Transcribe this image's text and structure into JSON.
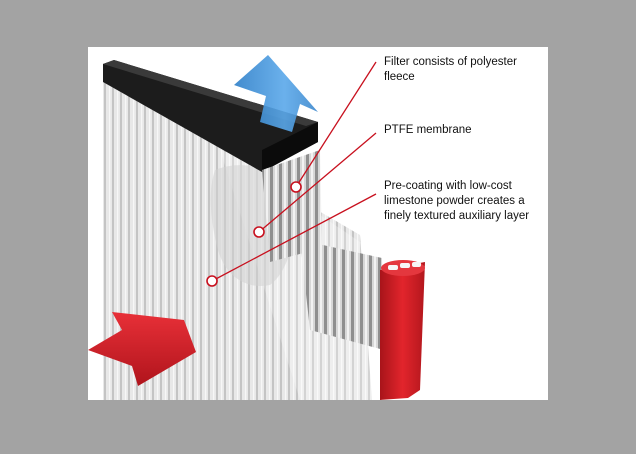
{
  "diagram": {
    "callouts": [
      {
        "id": "fleece",
        "lines": [
          "Filter consists of polyester",
          "fleece"
        ]
      },
      {
        "id": "membrane",
        "lines": [
          "PTFE membrane"
        ]
      },
      {
        "id": "precoat",
        "lines": [
          "Pre-coating with low-cost",
          "limestone powder creates a",
          "finely textured auxiliary layer"
        ]
      }
    ],
    "arrows": [
      {
        "name": "outflow-arrow",
        "direction": "up",
        "color": "#3f8fd6"
      },
      {
        "name": "inflow-arrow",
        "direction": "right",
        "color": "#d0202a"
      }
    ],
    "colors": {
      "leader_line": "#c8101e",
      "frame_top": "#1a1a1a",
      "frame_side": "#d71f26",
      "pleat_light": "#e9e9e9",
      "pleat_dark": "#b9b9b9"
    }
  }
}
